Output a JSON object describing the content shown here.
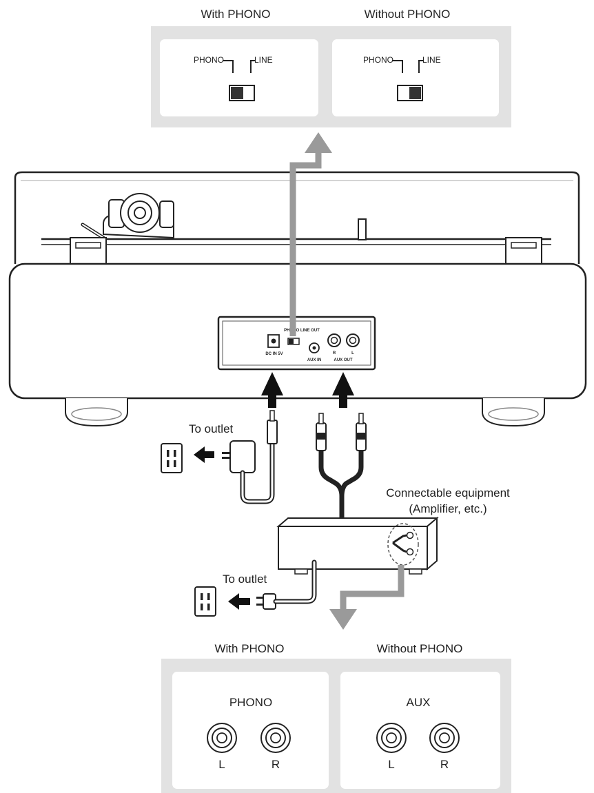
{
  "top_panel": {
    "with_phono_title": "With PHONO",
    "without_phono_title": "Without PHONO",
    "phono_label": "PHONO",
    "line_label": "LINE"
  },
  "rear_panel": {
    "phono_line_label": "PHONO  LINE OUT",
    "dc_in_label": "DC IN 5V",
    "aux_in_label": "AUX IN",
    "r_label": "R",
    "l_label": "L",
    "aux_out_label": "AUX OUT"
  },
  "callouts": {
    "outlet_1": "To outlet",
    "outlet_2": "To outlet",
    "equipment_line1": "Connectable equipment",
    "equipment_line2": "(Amplifier, etc.)"
  },
  "bottom_panel": {
    "with_phono_title": "With PHONO",
    "without_phono_title": "Without PHONO",
    "phono_header": "PHONO",
    "aux_header": "AUX",
    "left_label": "L",
    "right_label": "R"
  },
  "colors": {
    "panel_gray": "#e2e2e2",
    "arrow_gray": "#9a9a9a",
    "arrow_black": "#111111",
    "line": "#222222"
  }
}
